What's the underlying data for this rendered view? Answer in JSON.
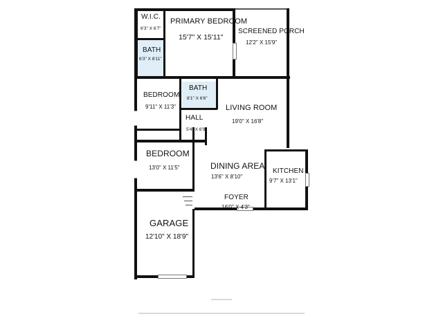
{
  "rooms": {
    "wic": {
      "name": "W.I.C.",
      "dims": "6'3\" X 6'7\""
    },
    "primary_bedroom": {
      "name": "PRIMARY BEDROOM",
      "dims": "15'7\" X 15'11\""
    },
    "screened_porch": {
      "name": "SCREENED PORCH",
      "dims": "12'2\" X 15'9\""
    },
    "bath1": {
      "name": "BATH",
      "dims": "6'3\" X 8'11\""
    },
    "bedroom1": {
      "name": "BEDROOM",
      "dims": "9'11\" X 11'3\""
    },
    "bath2": {
      "name": "BATH",
      "dims": "8'1\" X 6'6\""
    },
    "hall": {
      "name": "HALL",
      "dims": "5'4\" X 6'9\""
    },
    "living_room": {
      "name": "LIVING ROOM",
      "dims": "19'0\" X 16'8\""
    },
    "bedroom2": {
      "name": "BEDROOM",
      "dims": "13'0\" X 11'5\""
    },
    "dining_area": {
      "name": "DINING  AREA",
      "dims": "13'6\" X  8'10\""
    },
    "kitchen": {
      "name": "KITCHEN",
      "dims": "9'7\" X 13'1\""
    },
    "foyer": {
      "name": "FOYER",
      "dims": "16'0\" X 4'3\""
    },
    "garage": {
      "name": "GARAGE",
      "dims": "12'10\" X 18'9\""
    }
  },
  "colors": {
    "wall": "#111111",
    "bath_fill": "#dfeef7"
  }
}
